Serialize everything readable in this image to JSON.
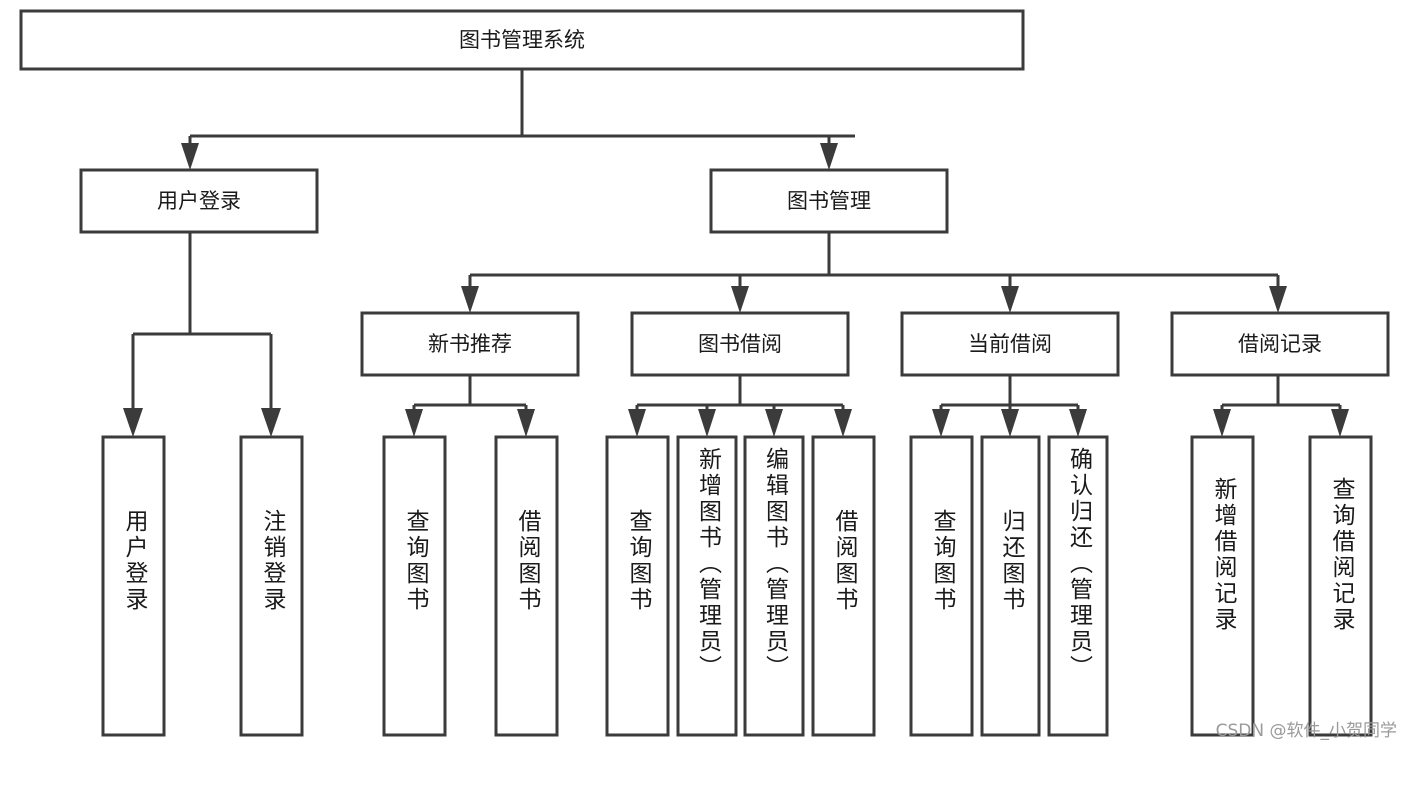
{
  "diagram": {
    "type": "tree",
    "title": "图书管理系统",
    "watermark": "CSDN @软件_小贺同学",
    "colors": {
      "box_stroke": "#3b3b3b",
      "box_fill": "#ffffff",
      "text": "#1a1a1a",
      "background": "#ffffff",
      "watermark": "#9a9a9a"
    },
    "root": {
      "label": "图书管理系统"
    },
    "level2": [
      {
        "label": "用户登录"
      },
      {
        "label": "图书管理"
      }
    ],
    "level3": [
      {
        "label": "新书推荐"
      },
      {
        "label": "图书借阅"
      },
      {
        "label": "当前借阅"
      },
      {
        "label": "借阅记录"
      }
    ],
    "leaves": {
      "user_login": [
        {
          "label": "用户登录"
        },
        {
          "label": "注销登录"
        }
      ],
      "new_book": [
        {
          "label": "查询图书"
        },
        {
          "label": "借阅图书"
        }
      ],
      "book_borrow": [
        {
          "label": "查询图书"
        },
        {
          "label": "新增图书（管理员）"
        },
        {
          "label": "编辑图书（管理员）"
        },
        {
          "label": "借阅图书"
        }
      ],
      "current_borrow": [
        {
          "label": "查询图书"
        },
        {
          "label": "归还图书"
        },
        {
          "label": "确认归还（管理员）"
        }
      ],
      "borrow_record": [
        {
          "label": "新增借阅记录"
        },
        {
          "label": "查询借阅记录"
        }
      ]
    }
  }
}
